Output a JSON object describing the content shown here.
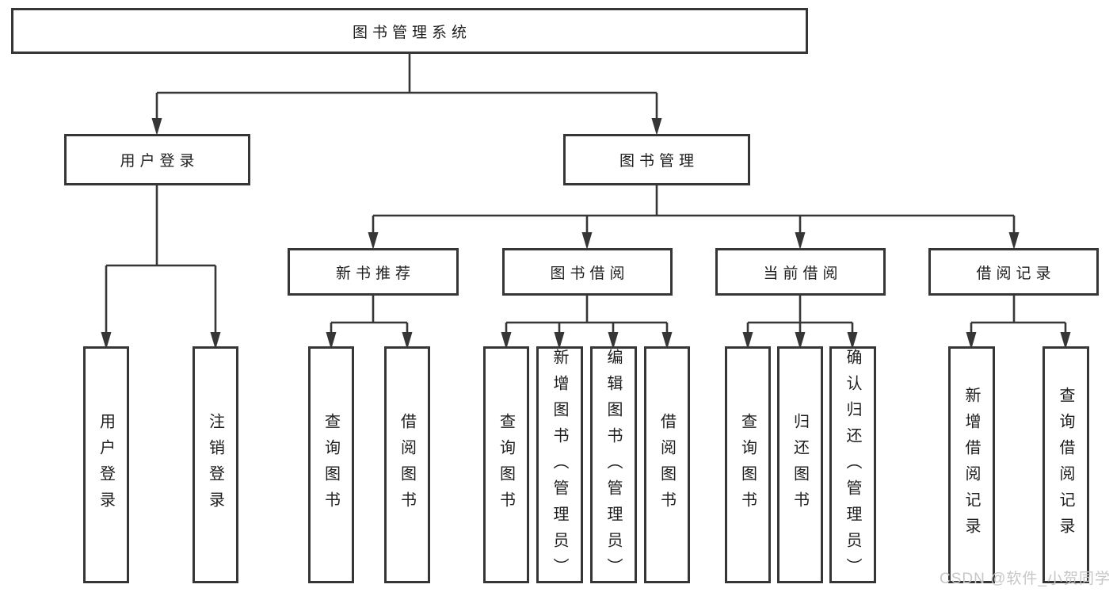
{
  "diagram": {
    "title": "图书管理系统",
    "type": "hierarchy-tree",
    "watermark": "CSDN @软件_小贺同学",
    "colors": {
      "line": "#363636",
      "box_border": "#363636",
      "box_fill": "#ffffff",
      "text": "#1e1e1e",
      "watermark": "#c7c7c7",
      "background": "#ffffff"
    },
    "nodes": [
      {
        "id": "root",
        "label": "图书管理系统",
        "parent": null
      },
      {
        "id": "user-login",
        "label": "用户登录",
        "parent": "root"
      },
      {
        "id": "book-mgmt",
        "label": "图书管理",
        "parent": "root"
      },
      {
        "id": "new-book",
        "label": "新书推荐",
        "parent": "book-mgmt"
      },
      {
        "id": "book-borrow",
        "label": "图书借阅",
        "parent": "book-mgmt"
      },
      {
        "id": "cur-borrow",
        "label": "当前借阅",
        "parent": "book-mgmt"
      },
      {
        "id": "borrow-rec",
        "label": "借阅记录",
        "parent": "book-mgmt"
      },
      {
        "id": "leaf-user-login",
        "label": "用户登录",
        "parent": "user-login"
      },
      {
        "id": "leaf-logout",
        "label": "注销登录",
        "parent": "user-login"
      },
      {
        "id": "leaf-query-book-1",
        "label": "查询图书",
        "parent": "new-book"
      },
      {
        "id": "leaf-borrow-book-1",
        "label": "借阅图书",
        "parent": "new-book"
      },
      {
        "id": "leaf-query-book-2",
        "label": "查询图书",
        "parent": "book-borrow"
      },
      {
        "id": "leaf-add-book",
        "label": "新增图书（管理员）",
        "parent": "book-borrow"
      },
      {
        "id": "leaf-edit-book",
        "label": "编辑图书（管理员）",
        "parent": "book-borrow"
      },
      {
        "id": "leaf-borrow-book-2",
        "label": "借阅图书",
        "parent": "book-borrow"
      },
      {
        "id": "leaf-query-book-3",
        "label": "查询图书",
        "parent": "cur-borrow"
      },
      {
        "id": "leaf-return-book",
        "label": "归还图书",
        "parent": "cur-borrow"
      },
      {
        "id": "leaf-confirm-return",
        "label": "确认归还（管理员）",
        "parent": "cur-borrow"
      },
      {
        "id": "leaf-add-borrow-rec",
        "label": "新增借阅记录",
        "parent": "borrow-rec"
      },
      {
        "id": "leaf-query-borrow-rec",
        "label": "查询借阅记录",
        "parent": "borrow-rec"
      }
    ]
  }
}
